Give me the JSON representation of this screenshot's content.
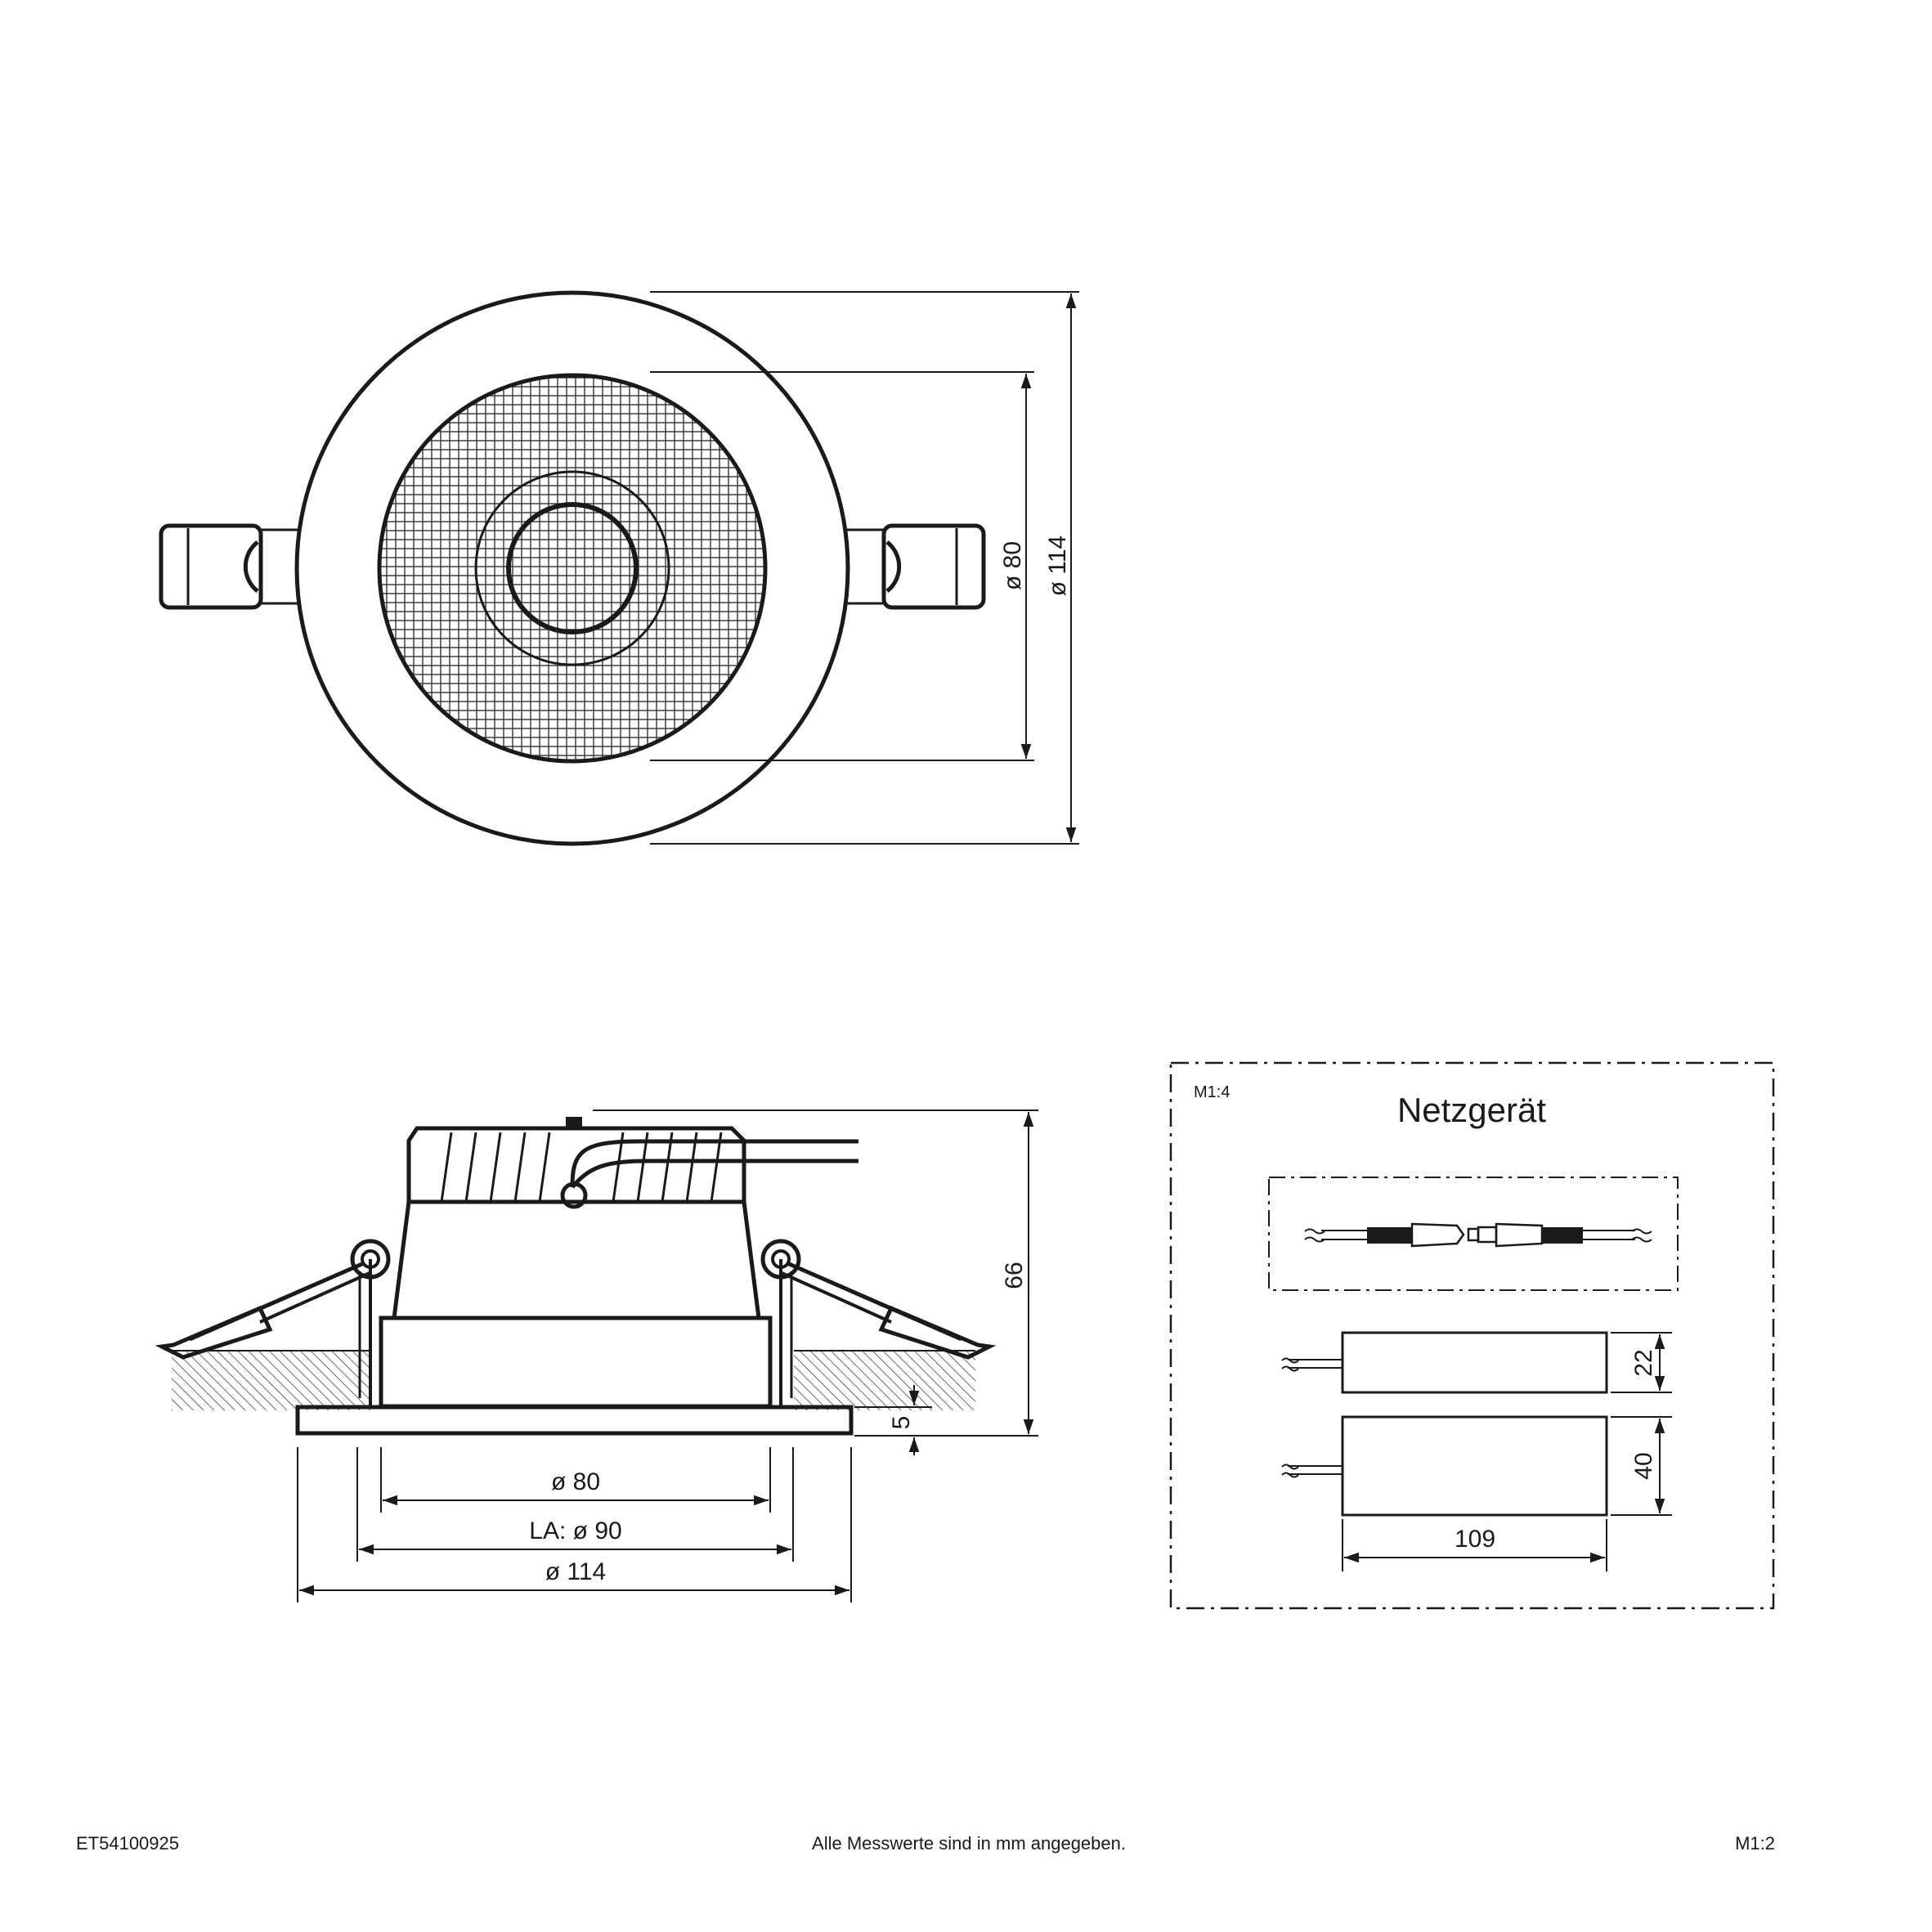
{
  "top_view": {
    "dim_inner": "ø 80",
    "dim_outer": "ø 114"
  },
  "side_view": {
    "dim_height": "66",
    "dim_flange": "5",
    "dim_d80": "ø 80",
    "dim_cutout": "LA: ø 90",
    "dim_d114": "ø 114"
  },
  "power_supply": {
    "scale": "M1:4",
    "title": "Netzgerät",
    "dim_height": "22",
    "dim_depth": "40",
    "dim_length": "109"
  },
  "footer": {
    "article_number": "ET54100925",
    "note": "Alle Messwerte sind in mm angegeben.",
    "scale": "M1:2"
  }
}
